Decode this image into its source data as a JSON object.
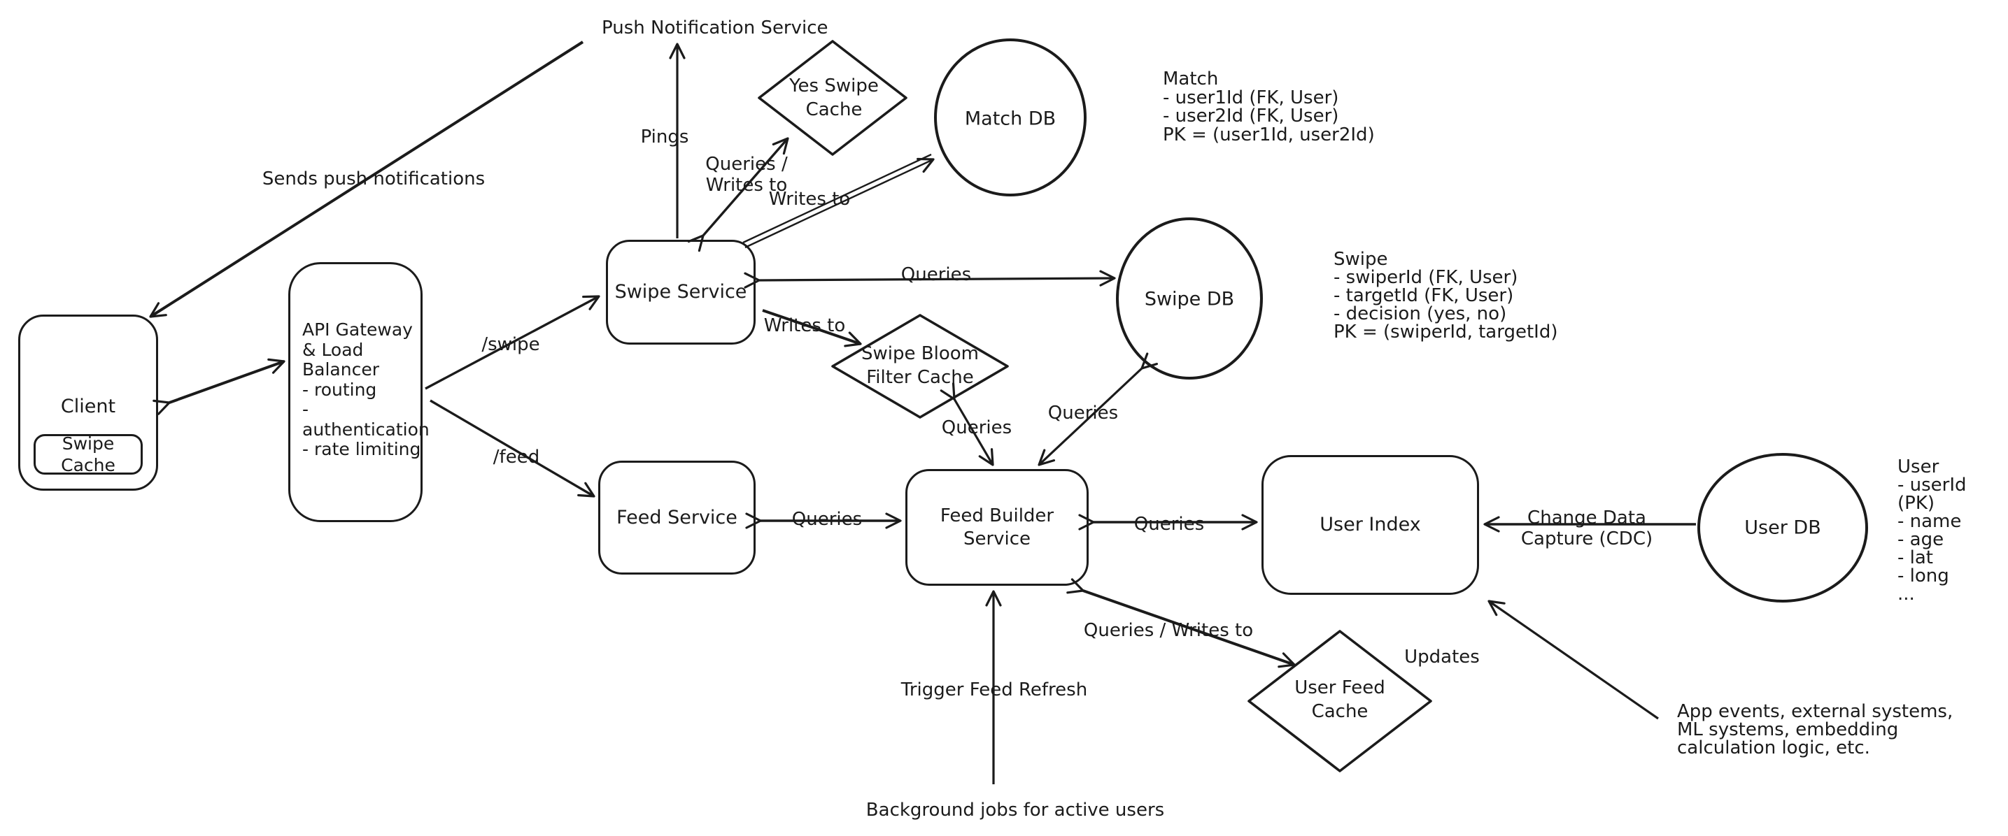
{
  "colors": {
    "ink": "#1b1b1b",
    "background": "#ffffff"
  },
  "nodes": {
    "client": "Client",
    "client_swipe_cache": "Swipe Cache",
    "api_gateway": [
      "API Gateway",
      "& Load Balancer",
      "- routing",
      "- authentication",
      "- rate limiting"
    ],
    "swipe_service": "Swipe Service",
    "yes_swipe_cache": [
      "Yes Swipe",
      "Cache"
    ],
    "match_db": "Match DB",
    "swipe_db": "Swipe DB",
    "swipe_bloom_filter_cache": [
      "Swipe Bloom",
      "Filter Cache"
    ],
    "feed_service": "Feed Service",
    "feed_builder_service": "Feed Builder Service",
    "user_index": "User Index",
    "user_db": "User DB",
    "user_feed_cache": [
      "User Feed",
      "Cache"
    ]
  },
  "edge_labels": {
    "push_notification_service": "Push Notification Service",
    "sends_push_notifications": "Sends push notifications",
    "pings": "Pings",
    "swipe_route": "/swipe",
    "feed_route": "/feed",
    "queries_writes_to_yes_cache": [
      "Queries /",
      "Writes to"
    ],
    "writes_to_match": "Writes to",
    "queries_swipe_service_swipe_db": "Queries",
    "writes_to_bloom": "Writes to",
    "queries_bloom_feed_builder": "Queries",
    "queries_swipe_db_feed_builder": "Queries",
    "queries_feed_service_feed_builder": "Queries",
    "queries_feed_builder_user_index": "Queries",
    "change_data_capture": [
      "Change Data",
      "Capture (CDC)"
    ],
    "queries_writes_to_user_feed_cache": "Queries / Writes to",
    "updates": "Updates",
    "trigger_feed_refresh": "Trigger Feed Refresh",
    "background_jobs": "Background jobs for active users",
    "app_events": [
      "App events, external systems,",
      "ML systems, embedding",
      "calculation logic, etc."
    ]
  },
  "annotations": {
    "match": [
      "Match",
      "- user1Id (FK, User)",
      "- user2Id (FK, User)",
      "PK = (user1Id, user2Id)"
    ],
    "swipe": [
      "Swipe",
      "- swiperId (FK, User)",
      "- targetId (FK, User)",
      "- decision (yes, no)",
      "PK = (swiperId, targetId)"
    ],
    "user": [
      "User",
      "- userId (PK)",
      "- name",
      "- age",
      "- lat",
      "- long",
      "..."
    ]
  }
}
